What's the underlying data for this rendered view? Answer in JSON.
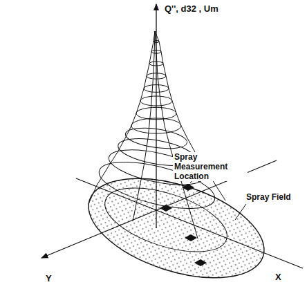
{
  "diagram": {
    "labels": [
      "Q'', d32 , Um",
      "Spray Measurement Location",
      "Spray Field",
      "Y",
      "X"
    ]
  }
}
